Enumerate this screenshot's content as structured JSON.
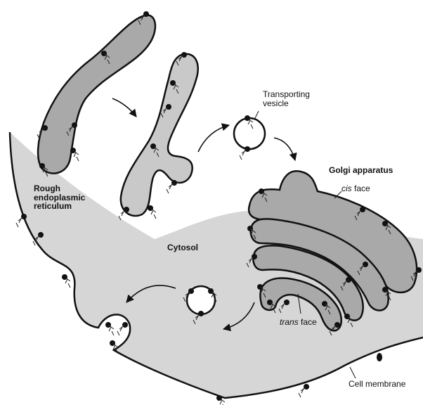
{
  "diagram": {
    "labels": {
      "rer_line1": "Rough",
      "rer_line2": "endoplasmic",
      "rer_line3": "reticulum",
      "vesicle_line1": "Transporting",
      "vesicle_line2": "vesicle",
      "golgi": "Golgi apparatus",
      "cis_word": "cis",
      "cis_rest": " face",
      "trans_word": "trans",
      "trans_rest": " face",
      "cytosol": "Cytosol",
      "membrane": "Cell membrane"
    },
    "colors": {
      "stroke": "#111111",
      "er_fill": "#a9a9a9",
      "cytosol_fill": "#d6d6d6",
      "lumen_fill": "#c9c9c9",
      "paper": "#ffffff"
    }
  }
}
